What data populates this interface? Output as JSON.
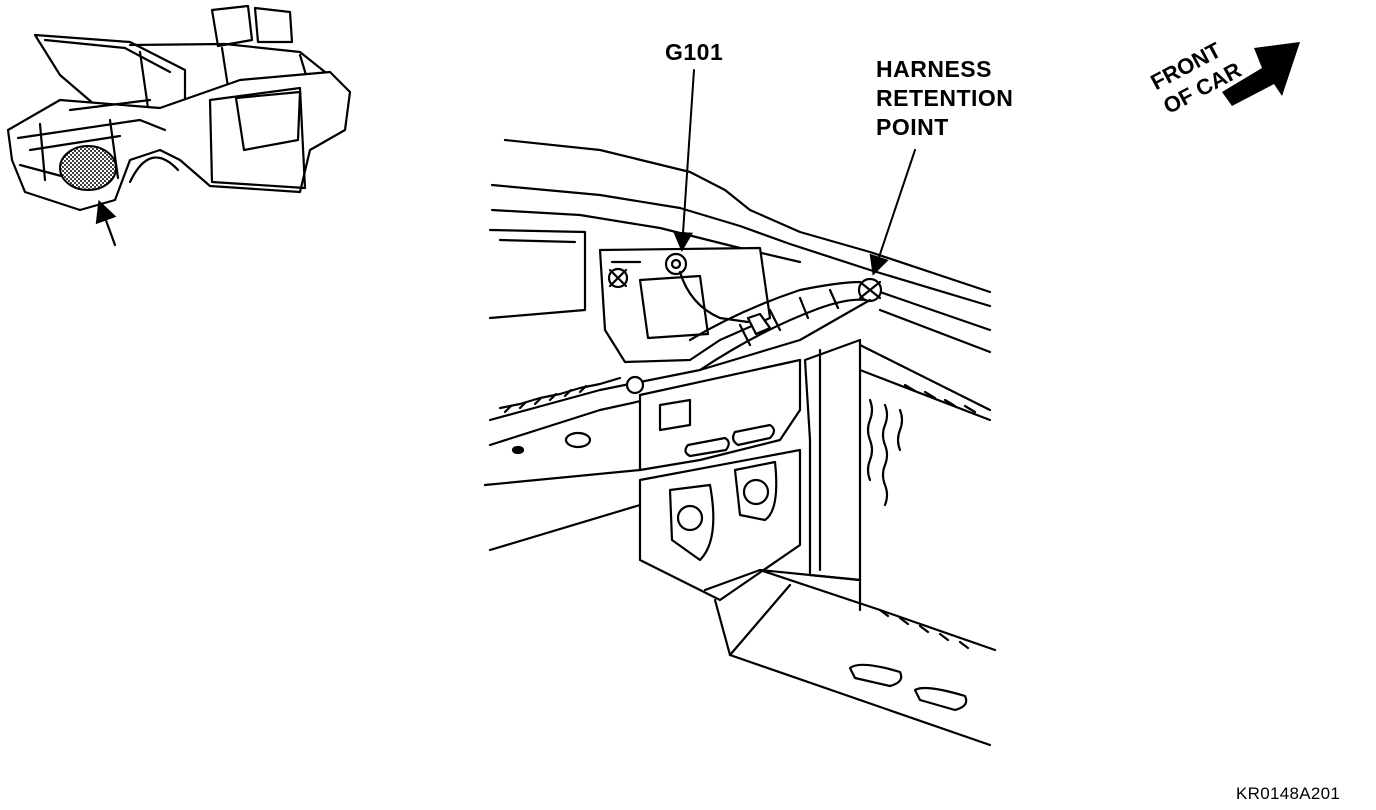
{
  "labels": {
    "ground": "G101",
    "harness_retention": [
      "HARNESS",
      "RETENTION",
      "POINT"
    ],
    "front_of_car": [
      "FRONT",
      "OF CAR"
    ],
    "figure_id": "KR0148A201"
  },
  "colors": {
    "line": "#000000",
    "background": "#ffffff",
    "shade": "#7a7a7a"
  }
}
